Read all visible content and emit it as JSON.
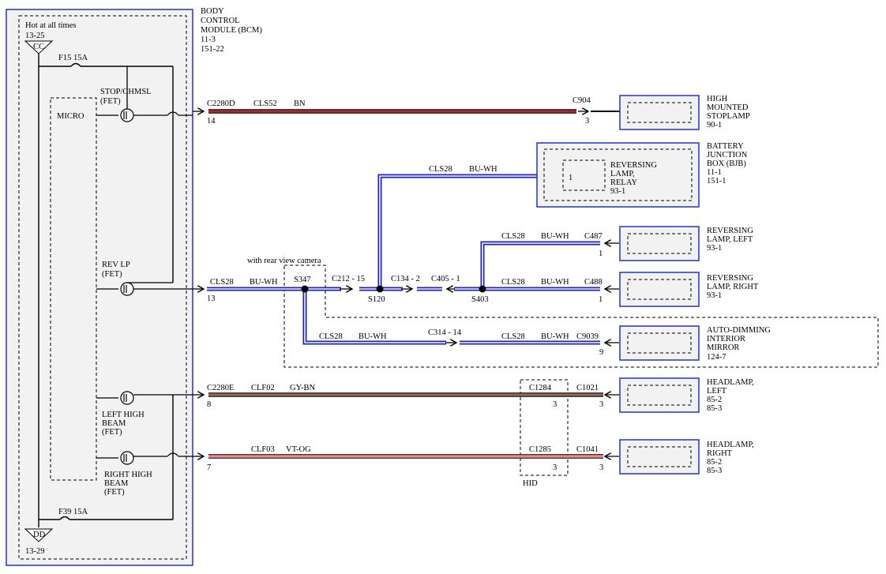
{
  "bcm": {
    "title_lines": [
      "BODY",
      "CONTROL",
      "MODULE (BCM)",
      "11-3",
      "151-22"
    ],
    "hot_label": "Hot at all times",
    "cc_ref": "13-25",
    "cc_label": "CC",
    "dd_label": "DD",
    "dd_ref": "13-29",
    "fuse_top": "F15   15A",
    "fuse_bottom": "F39   15A",
    "micro": "MICRO",
    "stop_lines": [
      "STOP/CHMSL",
      "(FET)"
    ],
    "rev_lines": [
      "REV LP",
      "(FET)"
    ],
    "lhb_lines": [
      "LEFT HIGH",
      "BEAM",
      "(FET)"
    ],
    "rhb_lines": [
      "RIGHT HIGH",
      "BEAM",
      "(FET)"
    ]
  },
  "wire1": {
    "connector": "C2280D",
    "pin": "14",
    "circuit": "CLS52",
    "color_code": "BN",
    "c_conn": "C904",
    "c_pin": "3"
  },
  "wire2": {
    "connector": "",
    "pin": "13",
    "circuit": "CLS28",
    "color_code": "BU-WH"
  },
  "camera_note": "with rear view camera",
  "splices": {
    "s347": "S347",
    "s120": "S120",
    "s403": "S403"
  },
  "inline": {
    "c212": "C212 - 15",
    "c134": "C134 - 2",
    "c405": "C405 - 1",
    "c314": "C314 - 14"
  },
  "relay_wire": {
    "circuit": "CLS28",
    "color_code": "BU-WH"
  },
  "left_rev_wire": {
    "circuit": "CLS28",
    "color_code": "BU-WH",
    "conn": "C487",
    "pin": "1"
  },
  "right_rev_wire": {
    "circuit": "CLS28",
    "color_code": "BU-WH",
    "conn": "C488",
    "pin": "1"
  },
  "mirror_wire": {
    "circuit1": "CLS28",
    "color1": "BU-WH",
    "circuit2": "CLS28",
    "color2": "BU-WH",
    "conn": "C9039",
    "pin": "9"
  },
  "hl_left_wire": {
    "connector": "C2280E",
    "pin": "8",
    "circuit": "CLF02",
    "color_code": "GY-BN",
    "mid_conn": "C1284",
    "mid_pin": "3",
    "conn": "C1021",
    "pin2": "3"
  },
  "hl_right_wire": {
    "pin": "7",
    "circuit": "CLF03",
    "color_code": "VT-OG",
    "mid_conn": "C1285",
    "mid_pin": "3",
    "conn": "C1041",
    "pin2": "3"
  },
  "hid_label": "HID",
  "components": {
    "stoplamp": [
      "HIGH",
      "MOUNTED",
      "STOPLAMP",
      "90-1"
    ],
    "bjb": [
      "BATTERY",
      "JUNCTION",
      "BOX (BJB)",
      "11-1",
      "151-1"
    ],
    "relay_pin": "1",
    "relay": [
      "REVERSING",
      "LAMP,",
      "RELAY",
      "93-1"
    ],
    "rev_left": [
      "REVERSING",
      "LAMP, LEFT",
      "93-1"
    ],
    "rev_right": [
      "REVERSING",
      "LAMP, RIGHT",
      "93-1"
    ],
    "mirror": [
      "AUTO-DIMMING",
      "INTERIOR",
      "MIRROR",
      "124-7"
    ],
    "hl_left": [
      "HEADLAMP,",
      "LEFT",
      "85-2",
      "85-3"
    ],
    "hl_right": [
      "HEADLAMP,",
      "RIGHT",
      "85-2",
      "85-3"
    ]
  },
  "colors": {
    "module_blue": "#2233cc",
    "brown_wire": "#a52a2a",
    "blue_wire": "#1a22c8",
    "grey_brown_wire": "#8a6a55",
    "violet_orange_wire": "#f08a8a",
    "panel_fill": "#f2f2f2"
  }
}
